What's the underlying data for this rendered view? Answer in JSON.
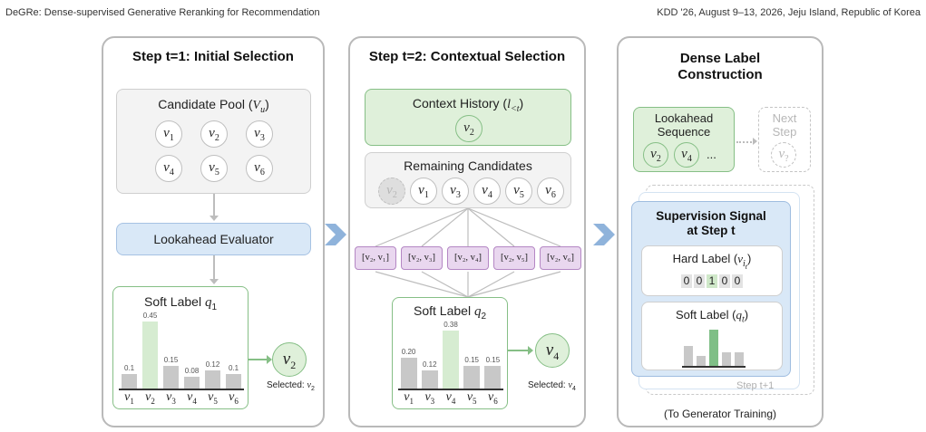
{
  "header": {
    "left": "DeGRe: Dense-supervised Generative Reranking for Recommendation",
    "right": "KDD '26, August 9–13, 2026, Jeju Island, Republic of Korea"
  },
  "step1": {
    "title": "Step t=1: Initial Selection",
    "pool_title": "Candidate Pool (",
    "pool_title_sym": "V",
    "pool_title_sub": "u",
    "pool_title_end": ")",
    "candidates": [
      "1",
      "2",
      "3",
      "4",
      "5",
      "6"
    ],
    "evaluator": "Lookahead Evaluator",
    "soft_label": "Soft Label ",
    "soft_sym": "q",
    "soft_sub": "1",
    "selected_label": "Selected: ",
    "selected_sub": "2",
    "selected_circle_sub": "2"
  },
  "step2": {
    "title": "Step t=2: Contextual Selection",
    "context_title": "Context History (",
    "context_sym": "l",
    "context_sub": "<t",
    "context_end": ")",
    "context_item": "2",
    "remaining_title": "Remaining Candidates",
    "remaining": [
      "2",
      "1",
      "3",
      "4",
      "5",
      "6"
    ],
    "pairs": [
      "[v₂, v₁]",
      "[v₂, v₃]",
      "[v₂, v₄]",
      "[v₂, v₅]",
      "[v₂, v₆]"
    ],
    "soft_label": "Soft Label ",
    "soft_sym": "q",
    "soft_sub": "2",
    "selected_label": "Selected: ",
    "selected_sub": "4",
    "selected_circle_sub": "4"
  },
  "dense": {
    "title_line1": "Dense Label",
    "title_line2": "Construction",
    "lookahead_line1": "Lookahead",
    "lookahead_line2": "Sequence",
    "lookahead_items": [
      "2",
      "4"
    ],
    "lookahead_more": "...",
    "next_line1": "Next",
    "next_line2": "Step",
    "next_item": "?",
    "sup_line1": "Supervision Signal",
    "sup_line2": "at Step t",
    "hard_label": "Hard Label (",
    "hard_sub": "i",
    "hard_sub2": "t",
    "hard_end": ")",
    "hard_digits": [
      "0",
      "0",
      "1",
      "0",
      "0"
    ],
    "soft_label": "Soft Label (",
    "soft_sub": "t",
    "soft_end": ")",
    "step_next": "Step t+1",
    "footer": "(To Generator Training)"
  },
  "chart_data": [
    {
      "type": "bar",
      "categories": [
        "v1",
        "v2",
        "v3",
        "v4",
        "v5",
        "v6"
      ],
      "values": [
        0.1,
        0.45,
        0.15,
        0.08,
        0.12,
        0.1
      ],
      "value_labels": [
        "0.1",
        "0.45",
        "0.15",
        "0.08",
        "0.12",
        "0.1"
      ],
      "highlight_index": 1,
      "ylim": [
        0,
        0.45
      ]
    },
    {
      "type": "bar",
      "categories": [
        "v1",
        "v3",
        "v4",
        "v5",
        "v6"
      ],
      "values": [
        0.2,
        0.12,
        0.38,
        0.15,
        0.15
      ],
      "value_labels": [
        "0.20",
        "0.12",
        "0.38",
        "0.15",
        "0.15"
      ],
      "highlight_index": 2,
      "ylim": [
        0,
        0.38
      ]
    },
    {
      "type": "bar",
      "categories": [
        "1",
        "2",
        "3",
        "4",
        "5"
      ],
      "values": [
        0.3,
        0.15,
        0.55,
        0.2,
        0.2
      ],
      "highlight_index": 2,
      "ylim": [
        0,
        0.55
      ]
    }
  ],
  "colors": {
    "green_fill": "#dff0da",
    "green_border": "#86bf86",
    "blue_fill": "#d9e8f7",
    "purple_fill": "#e9d7ef",
    "chevron": "#8fb3db",
    "bar_gray": "#c8c8c8",
    "bar_green": "#7fbf86"
  }
}
